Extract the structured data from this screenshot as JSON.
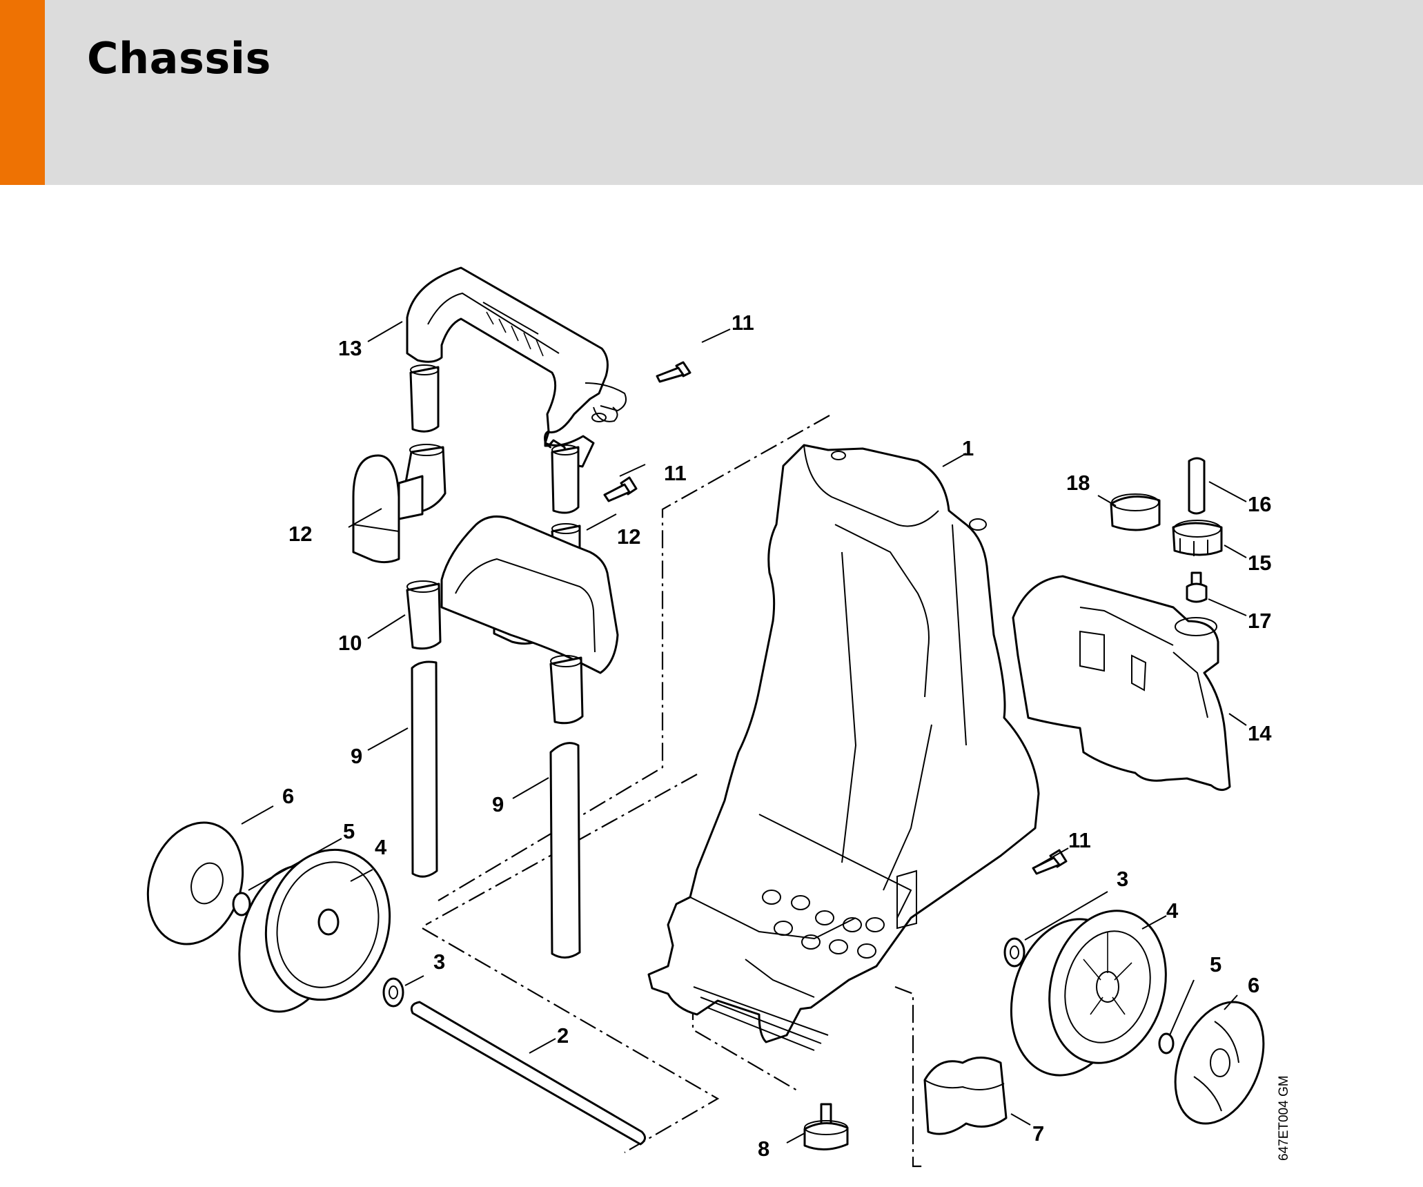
{
  "header": {
    "title": "Chassis",
    "accent_color": "#ee7203",
    "background_color": "#dcdcdc"
  },
  "diagram": {
    "reference_code": "647ET004 GM",
    "callouts": [
      "1",
      "2",
      "3",
      "3",
      "4",
      "4",
      "5",
      "5",
      "6",
      "6",
      "7",
      "8",
      "9",
      "9",
      "10",
      "11",
      "11",
      "11",
      "12",
      "12",
      "13",
      "14",
      "15",
      "16",
      "17",
      "18"
    ]
  }
}
